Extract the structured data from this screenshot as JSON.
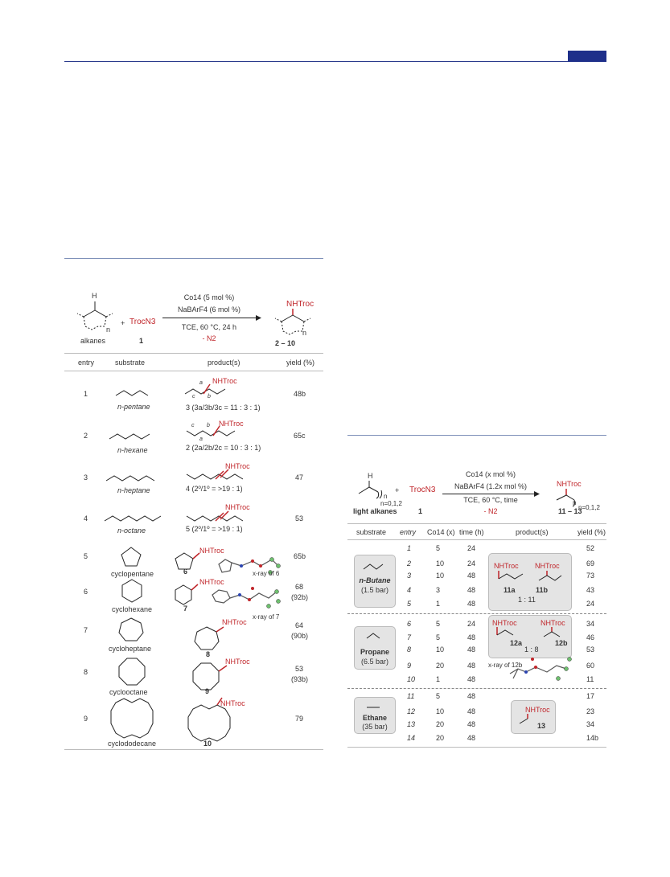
{
  "colors": {
    "header_line": "#2a3a8c",
    "header_tab": "#1e2f8a",
    "accent_red": "#c0252a"
  },
  "table1": {
    "scheme": {
      "reactant_label": "alkanes",
      "H_atom": "H",
      "ring_n": "n",
      "plus": "+",
      "reagent": "TrocN3",
      "reagent_number": "1",
      "cond_catalyst": "Co14 (5 mol %)",
      "cond_additive": "NaBArF4 (6 mol %)",
      "cond_solvent": "TCE, 60 °C, 24 h",
      "cond_byproduct": "- N2",
      "product_group": "NHTroc",
      "product_n": "n",
      "product_numbers": "2 – 10"
    },
    "headers": {
      "entry": "entry",
      "substrate": "substrate",
      "products": "product(s)",
      "yield": "yield (%)"
    },
    "rows": [
      {
        "entry": "1",
        "substrate": "n-pentane",
        "product_label": "NHTroc",
        "product_caption": "3 (3a/3b/3c = 11 : 3 : 1)",
        "site_a": "a",
        "site_b": "b",
        "site_c": "c",
        "yield": "48b",
        "xray": ""
      },
      {
        "entry": "2",
        "substrate": "n-hexane",
        "product_label": "NHTroc",
        "product_caption": "2 (2a/2b/2c = 10 : 3 : 1)",
        "site_a": "a",
        "site_b": "b",
        "site_c": "c",
        "yield": "65c",
        "xray": ""
      },
      {
        "entry": "3",
        "substrate": "n-heptane",
        "product_label": "NHTroc",
        "product_caption": "4 (2º/1º = >19 : 1)",
        "yield": "47",
        "xray": ""
      },
      {
        "entry": "4",
        "substrate": "n-octane",
        "product_label": "NHTroc",
        "product_caption": "5 (2º/1º = >19 : 1)",
        "yield": "53",
        "xray": ""
      },
      {
        "entry": "5",
        "substrate": "cyclopentane",
        "product_label": "NHTroc",
        "product_caption": "6",
        "yield": "65b",
        "xray": "x-ray of 6"
      },
      {
        "entry": "6",
        "substrate": "cyclohexane",
        "product_label": "NHTroc",
        "product_caption": "7",
        "yield": "68",
        "yield2": "(92b)",
        "xray": "x-ray of 7"
      },
      {
        "entry": "7",
        "substrate": "cycloheptane",
        "product_label": "NHTroc",
        "product_caption": "8",
        "yield": "64",
        "yield2": "(90b)",
        "xray": ""
      },
      {
        "entry": "8",
        "substrate": "cyclooctane",
        "product_label": "NHTroc",
        "product_caption": "9",
        "yield": "53",
        "yield2": "(93b)",
        "xray": ""
      },
      {
        "entry": "9",
        "substrate": "cyclododecane",
        "product_label": "NHTroc",
        "product_caption": "10",
        "yield": "79",
        "xray": ""
      }
    ]
  },
  "table2": {
    "scheme": {
      "H_atom": "H",
      "reactant_n": "n",
      "reactant_label": "light alkanes",
      "reactant_n_range": "n=0,1,2",
      "plus": "+",
      "reagent": "TrocN3",
      "reagent_number": "1",
      "cond_catalyst": "Co14 (x mol %)",
      "cond_additive": "NaBArF4 (1.2x mol %)",
      "cond_solvent": "TCE, 60 °C, time",
      "cond_byproduct": "- N2",
      "product_group": "NHTroc",
      "product_n": "n",
      "product_n_range": "n=0,1,2",
      "product_numbers": "11 – 13"
    },
    "headers": {
      "substrate": "substrate",
      "entry": "entry",
      "loading": "Co14 (x)",
      "time": "time (h)",
      "products": "product(s)",
      "yield": "yield (%)"
    },
    "groups": [
      {
        "name": "n-Butane",
        "pressure": "(1.5 bar)",
        "products": [
          {
            "label": "NHTroc",
            "id": "11a"
          },
          {
            "label": "NHTroc",
            "id": "11b"
          }
        ],
        "ratio": "1  :  11",
        "xray": ""
      },
      {
        "name": "Propane",
        "pressure": "(6.5 bar)",
        "products": [
          {
            "label": "NHTroc",
            "id": "12a"
          },
          {
            "label": "NHTroc",
            "id": "12b"
          }
        ],
        "ratio": "1  :  8",
        "xray": "x-ray of 12b"
      },
      {
        "name": "Ethane",
        "pressure": "(35 bar)",
        "products": [
          {
            "label": "NHTroc",
            "id": "13"
          }
        ],
        "ratio": "",
        "xray": ""
      }
    ],
    "rows": [
      {
        "entry": "1",
        "x": "5",
        "time": "24",
        "yield": "52"
      },
      {
        "entry": "2",
        "x": "10",
        "time": "24",
        "yield": "69"
      },
      {
        "entry": "3",
        "x": "10",
        "time": "48",
        "yield": "73"
      },
      {
        "entry": "4",
        "x": "3",
        "time": "48",
        "yield": "43"
      },
      {
        "entry": "5",
        "x": "1",
        "time": "48",
        "yield": "24"
      },
      {
        "entry": "6",
        "x": "5",
        "time": "24",
        "yield": "34"
      },
      {
        "entry": "7",
        "x": "5",
        "time": "48",
        "yield": "46"
      },
      {
        "entry": "8",
        "x": "10",
        "time": "48",
        "yield": "53"
      },
      {
        "entry": "9",
        "x": "20",
        "time": "48",
        "yield": "60"
      },
      {
        "entry": "10",
        "x": "1",
        "time": "48",
        "yield": "11"
      },
      {
        "entry": "11",
        "x": "5",
        "time": "48",
        "yield": "17"
      },
      {
        "entry": "12",
        "x": "10",
        "time": "48",
        "yield": "23"
      },
      {
        "entry": "13",
        "x": "20",
        "time": "48",
        "yield": "34"
      },
      {
        "entry": "14",
        "x": "20",
        "time": "48",
        "yield": "14b"
      }
    ]
  }
}
